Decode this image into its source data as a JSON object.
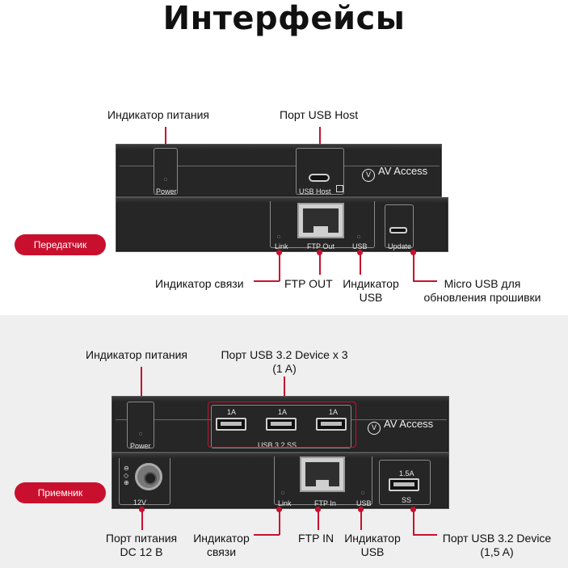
{
  "title": "Интерфейсы",
  "transmitter": {
    "badge": "Передатчик",
    "callouts": {
      "power_indicator": "Индикатор питания",
      "usb_host_port": "Порт USB Host",
      "link_indicator": "Индикатор связи",
      "ftp_out": "FTP OUT",
      "usb_indicator": [
        "Индикатор",
        "USB"
      ],
      "micro_usb": [
        "Micro USB для",
        "обновления прошивки"
      ]
    },
    "device": {
      "power_label": "Power",
      "usb_host_label": "USB Host",
      "brand": "AV Access",
      "link_label": "Link",
      "ftp_label": "FTP Out",
      "usb_label": "USB",
      "update_label": "Update"
    }
  },
  "receiver": {
    "badge": "Приемник",
    "callouts": {
      "power_indicator": "Индикатор питания",
      "usb_device_ports": [
        "Порт USB 3.2 Device x 3",
        "(1 A)"
      ],
      "power_port": [
        "Порт питания",
        "DC 12 В"
      ],
      "link_indicator": [
        "Индикатор",
        "связи"
      ],
      "ftp_in": "FTP IN",
      "usb_indicator": [
        "Индикатор",
        "USB"
      ],
      "usb_device_port": [
        "Порт USB 3.2 Device",
        "(1,5 A)"
      ]
    },
    "device": {
      "power_label": "Power",
      "port_rating_1": "1A",
      "port_rating_2": "1A",
      "port_rating_3": "1A",
      "usb_group_label": "USB 3.2 SS",
      "brand": "AV Access",
      "dc_label": "12V",
      "link_label": "Link",
      "ftp_label": "FTP In",
      "usb_label": "USB",
      "port_rating_big": "1.5A",
      "ss_label": "SS"
    }
  },
  "colors": {
    "accent": "#c8102e",
    "device": "#262626",
    "lower_bg": "#efefef"
  }
}
